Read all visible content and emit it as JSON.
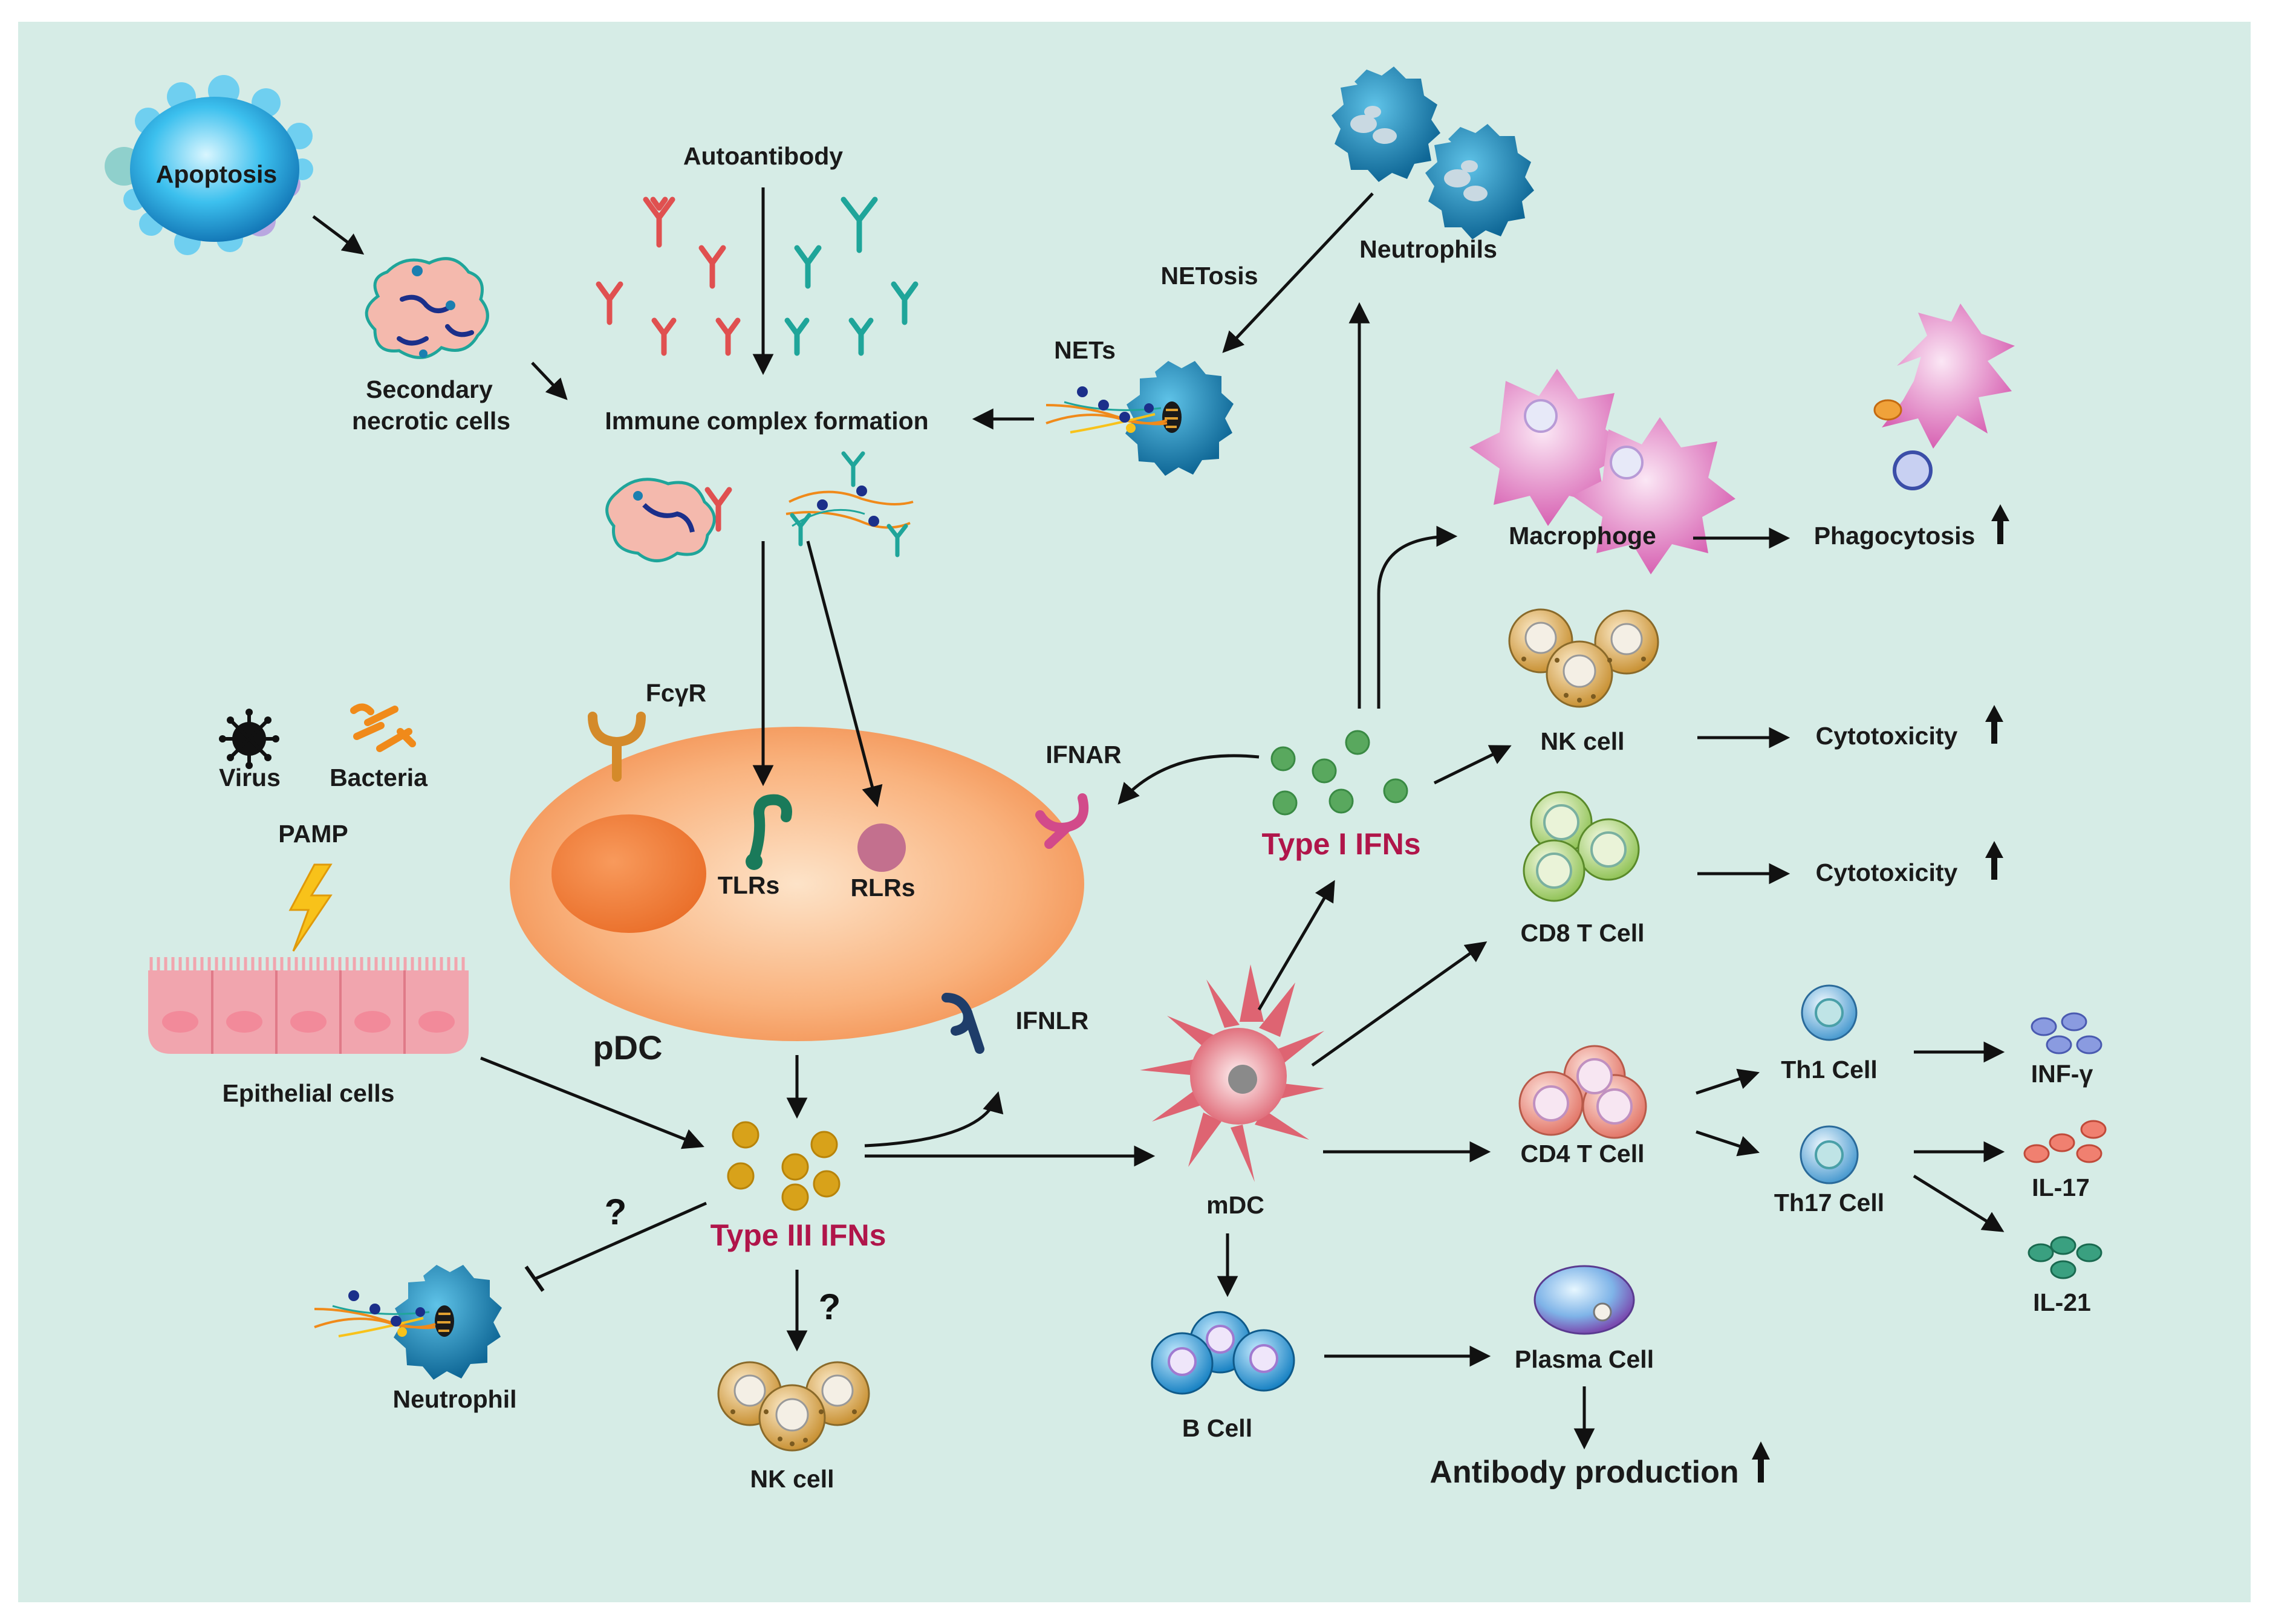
{
  "labels": {
    "apoptosis": "Apoptosis",
    "secondary_necrotic_1": "Secondary",
    "secondary_necrotic_2": "necrotic cells",
    "autoantibody": "Autoantibody",
    "immune_complex": "Immune complex formation",
    "netosis": "NETosis",
    "nets": "NETs",
    "neutrophils": "Neutrophils",
    "macrophage": "Macrophoge",
    "phagocytosis": "Phagocytosis",
    "nk_cell_top": "NK cell",
    "cytotoxicity_1": "Cytotoxicity",
    "cytotoxicity_2": "Cytotoxicity",
    "cd8": "CD8 T Cell",
    "fcgr": "FcγR",
    "virus": "Virus",
    "bacteria": "Bacteria",
    "pamp": "PAMP",
    "ifnar": "IFNAR",
    "tlrs": "TLRs",
    "rlrs": "RLRs",
    "type1": "Type I IFNs",
    "pdc": "pDC",
    "ifnlr": "IFNLR",
    "epithelial": "Epithelial cells",
    "type3": "Type III IFNs",
    "question_1": "?",
    "question_2": "?",
    "neutrophil": "Neutrophil",
    "nk_cell_bottom": "NK cell",
    "mdc": "mDC",
    "cd4": "CD4 T Cell",
    "th1": "Th1 Cell",
    "th17": "Th17 Cell",
    "inf_g": "INF-γ",
    "il17": "IL-17",
    "il21": "IL-21",
    "bcell": "B Cell",
    "plasma": "Plasma Cell",
    "antibody": "Antibody production"
  },
  "colors": {
    "background": "#d6ece6",
    "pdc_body": "#f7a66a",
    "pdc_nucleus": "#f07f3c",
    "autoantibody_red": "#e05050",
    "autoantibody_teal": "#1fa59a",
    "type_label": "#b0154a",
    "type1_dot": "#59a85e",
    "type3_dot": "#d8a21a",
    "neutrophil_blue": "#1b7fb0",
    "macrophage_pink": "#e07ac2",
    "nk_gold": "#d9a94c",
    "cd8_green": "#b7d77a",
    "cd4_salmon": "#f09a8a",
    "bcell_blue": "#2a9ad4",
    "mdc_red": "#e0707a",
    "epithelial_pink": "#f3a8b0",
    "ifnar_magenta": "#d24a8a",
    "ifnlr_navy": "#1f3d6a",
    "fcgr_orange": "#d48a2a",
    "tlr_green": "#1a7a5a",
    "rlr_mauve": "#c3708e",
    "bolt_yellow": "#f8c21a",
    "bacteria_orange": "#f08a1a"
  },
  "icons": {
    "virus": "virus-icon",
    "bacteria": "bacteria-icon",
    "pamp": "lightning-icon",
    "receptor": "y-receptor-icon",
    "up_arrow": "up-arrow-icon"
  }
}
